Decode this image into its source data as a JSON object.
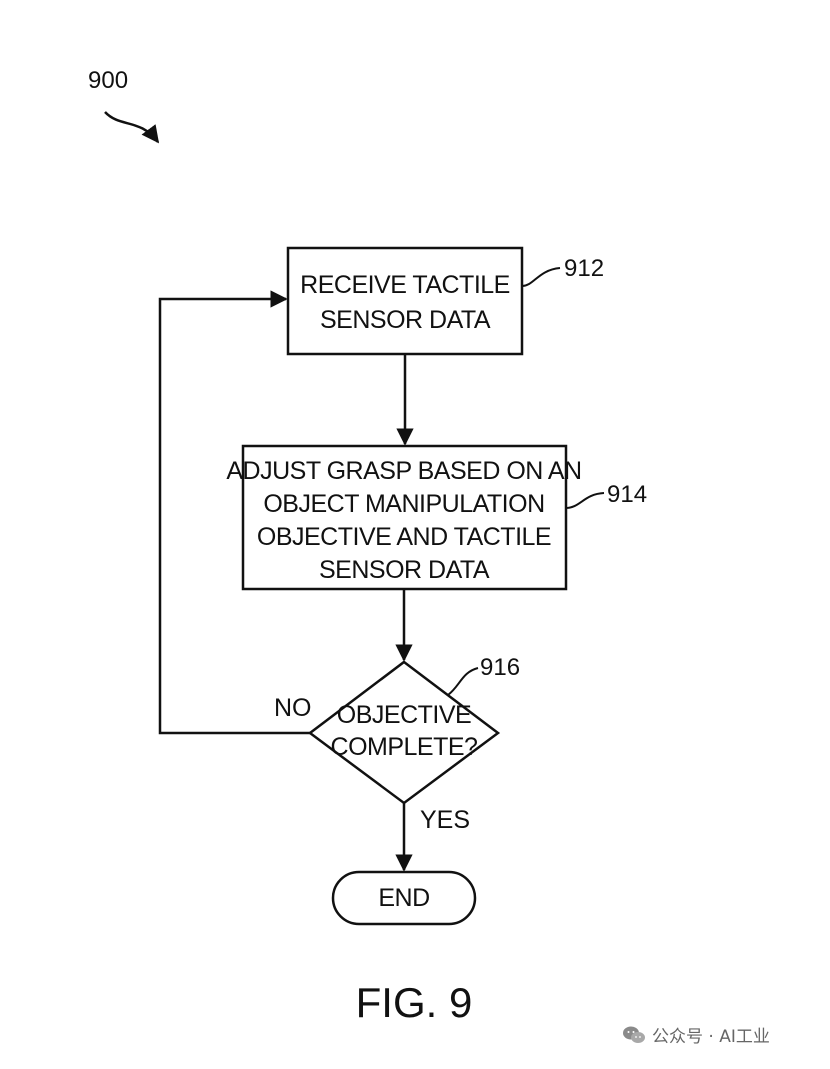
{
  "diagram": {
    "figure_ref": "900",
    "nodes": {
      "receive": {
        "ref": "912",
        "lines": [
          "RECEIVE TACTILE",
          "SENSOR DATA"
        ]
      },
      "adjust": {
        "ref": "914",
        "lines": [
          "ADJUST GRASP BASED ON AN",
          "OBJECT MANIPULATION",
          "OBJECTIVE AND TACTILE",
          "SENSOR DATA"
        ]
      },
      "decision": {
        "ref": "916",
        "lines": [
          "OBJECTIVE",
          "COMPLETE?"
        ]
      },
      "end": {
        "lines": [
          "END"
        ]
      }
    },
    "edges": {
      "no_label": "NO",
      "yes_label": "YES"
    },
    "caption": "FIG. 9"
  },
  "watermark": {
    "text": "公众号 · AI工业",
    "icon": "wechat-icon"
  }
}
